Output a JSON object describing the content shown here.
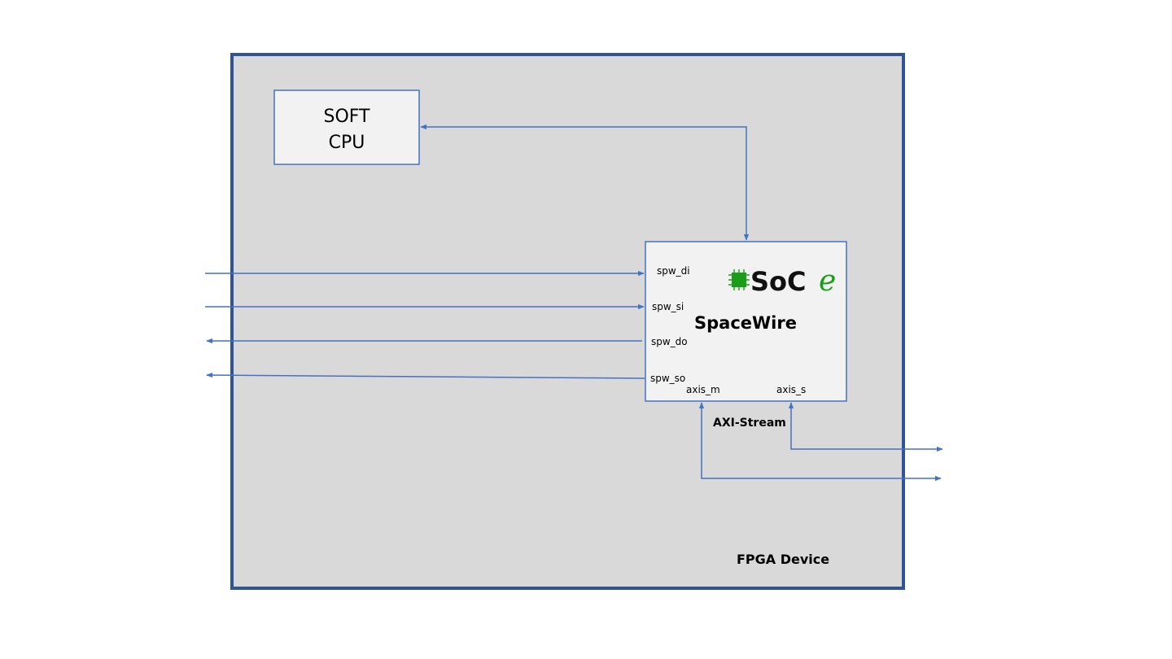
{
  "colors": {
    "device_fill": "#d9d9d9",
    "device_border": "#2f5597",
    "block_fill": "#f2f2f2",
    "block_border": "#4472c4",
    "wire": "#4472c4",
    "logo_green": "#1a9e1a"
  },
  "device": {
    "label": "FPGA Device"
  },
  "cpu": {
    "line1": "SOFT",
    "line2": "CPU"
  },
  "spacewire": {
    "title": "SpaceWire",
    "logo": {
      "text": "SoC",
      "suffix": "e",
      "icon": "chip-icon"
    },
    "ports": {
      "spw_di": "spw_di",
      "spw_si": "spw_si",
      "spw_do": "spw_do",
      "spw_so": "spw_so",
      "axis_m": "axis_m",
      "axis_s": "axis_s"
    }
  },
  "bus_label": "AXI-Stream"
}
